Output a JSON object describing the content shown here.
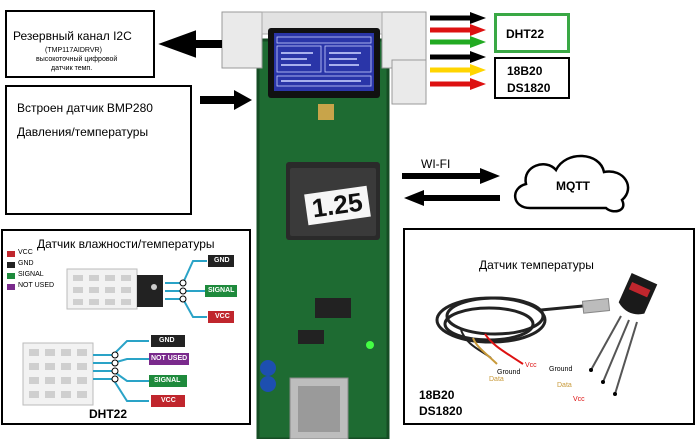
{
  "reserve_box": {
    "title": "Резервный канал I2C",
    "line1": "(TMP117AIDRVR)",
    "line2": "высокоточный цифровой",
    "line3": "датчик темп."
  },
  "bmp_box": {
    "line1": "Встроен  датчик  BMP280",
    "line2": "Давления/температуры"
  },
  "dht_label": "DHT22",
  "ds_label": {
    "line1": "18B20",
    "line2": "DS1820"
  },
  "wifi_label": "WI-FI",
  "mqtt_label": "MQTT",
  "chip_label": "1.25",
  "humidity_panel": {
    "title": "Датчик влажности/температуры",
    "legend": [
      {
        "label": "VCC",
        "color": "#c0262d"
      },
      {
        "label": "GND",
        "color": "#222222"
      },
      {
        "label": "SIGNAL",
        "color": "#1e8a3c"
      },
      {
        "label": "NOT USED",
        "color": "#7a2a8c"
      }
    ],
    "top_pins": [
      "GND",
      "SIGNAL",
      "VCC"
    ],
    "bottom_pins": [
      "GND",
      "NOT USED",
      "SIGNAL",
      "VCC"
    ],
    "footer": "DHT22"
  },
  "temp_panel": {
    "title": "Датчик температуры",
    "wire_left": {
      "vcc": "Vcc",
      "ground": "Ground",
      "data": "Data"
    },
    "wire_right": {
      "ground": "Ground",
      "data": "Data",
      "vcc": "Vcc"
    },
    "footer_line1": "18B20",
    "footer_line2": "DS1820"
  },
  "colors": {
    "arrow_green": "#22aa22",
    "arrow_red": "#dd1111",
    "arrow_yellow": "#ffd500",
    "dht_border": "#3aa845",
    "pcb": "#1e6b32",
    "oled": "#2a35a8"
  }
}
